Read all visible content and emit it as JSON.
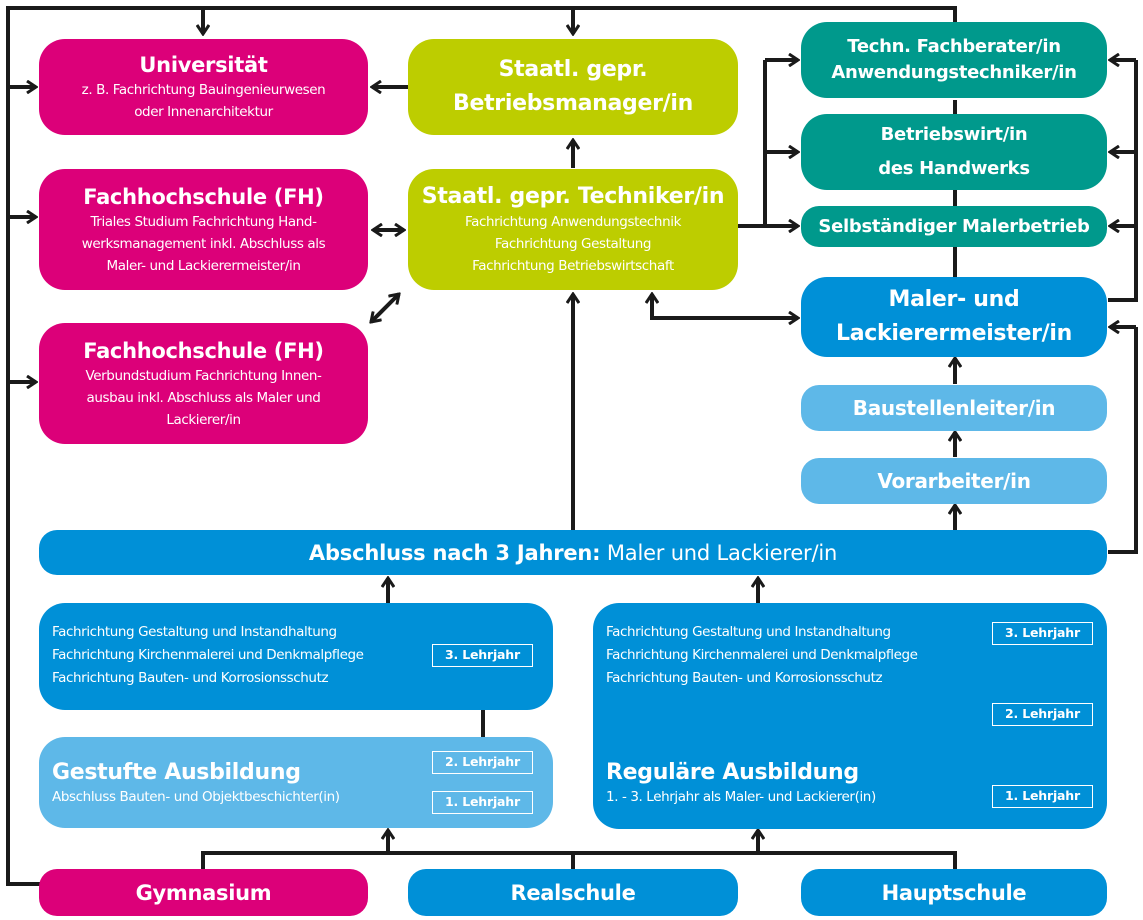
{
  "colors": {
    "magenta": "#dc0079",
    "lime": "#bdcd00",
    "teal": "#00998c",
    "blue": "#0090d7",
    "lightblue": "#5eb8e8",
    "line": "#1a1a1a"
  },
  "university": {
    "title": "Universität",
    "lines": [
      "z. B. Fachrichtung Bauingenieurwesen",
      "oder Innenarchitektur"
    ]
  },
  "fh_triales": {
    "title": "Fachhochschule (FH)",
    "lines": [
      "Triales Studium Fachrichtung Hand-",
      "werksmanagement inkl. Abschluss als",
      "Maler- und Lackierermeister/in"
    ]
  },
  "fh_verbund": {
    "title": "Fachhochschule (FH)",
    "lines": [
      "Verbundstudium Fachrichtung Innen-",
      "ausbau inkl. Abschluss als Maler und",
      "Lackierer/in"
    ]
  },
  "betriebsmanager": {
    "lines": [
      "Staatl. gepr.",
      "Betriebsmanager/in"
    ]
  },
  "techniker": {
    "title": "Staatl. gepr. Techniker/in",
    "lines": [
      "Fachrichtung Anwendungstechnik",
      "Fachrichtung Gestaltung",
      "Fachrichtung Betriebswirtschaft"
    ]
  },
  "fachberater": {
    "lines": [
      "Techn. Fachberater/in",
      "Anwendungstechniker/in"
    ]
  },
  "betriebswirt": {
    "lines": [
      "Betriebswirt/in",
      "des Handwerks"
    ]
  },
  "selbststaendig": {
    "label": "Selbständiger Malerbetrieb"
  },
  "meister": {
    "lines": [
      "Maler- und",
      "Lackierermeister/in"
    ]
  },
  "baustellenleiter": {
    "label": "Baustellenleiter/in"
  },
  "vorarbeiter": {
    "label": "Vorarbeiter/in"
  },
  "abschluss": {
    "bold": "Abschluss nach 3 Jahren:",
    "normal": " Maler und Lackierer/in"
  },
  "stufe3_left": {
    "fachrichtungen": [
      "Fachrichtung Gestaltung und Instandhaltung",
      "Fachrichtung Kirchenmalerei und Denkmalpflege",
      "Fachrichtung Bauten- und Korrosionsschutz"
    ],
    "year": "3. Lehrjahr"
  },
  "gestufte": {
    "title": "Gestufte Ausbildung",
    "subtitle": "Abschluss Bauten- und Objektbeschichter(in)",
    "year2": "2. Lehrjahr",
    "year1": "1. Lehrjahr"
  },
  "regulaere": {
    "fachrichtungen": [
      "Fachrichtung Gestaltung und Instandhaltung",
      "Fachrichtung Kirchenmalerei und Denkmalpflege",
      "Fachrichtung Bauten- und Korrosionsschutz"
    ],
    "title": "Reguläre Ausbildung",
    "subtitle": "1. - 3. Lehrjahr als Maler- und Lackierer(in)",
    "year3": "3. Lehrjahr",
    "year2": "2. Lehrjahr",
    "year1": "1. Lehrjahr"
  },
  "schools": {
    "gymnasium": "Gymnasium",
    "realschule": "Realschule",
    "hauptschule": "Hauptschule"
  }
}
